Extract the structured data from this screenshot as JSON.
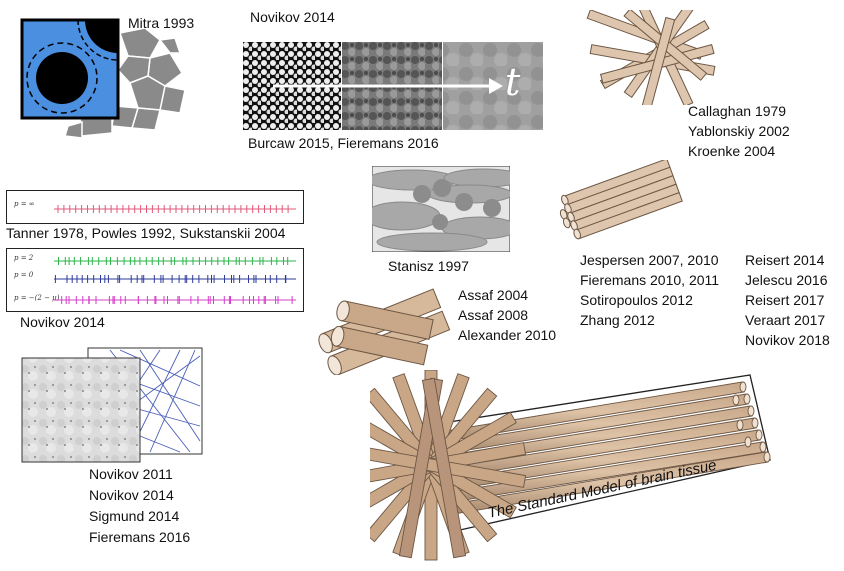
{
  "labels": {
    "mitra": "Mitra 1993",
    "novikov2014_top": "Novikov 2014",
    "burcaw": "Burcaw 2015,  Fieremans 2016",
    "callaghan": [
      "Callaghan 1979",
      "Yablonskiy 2002",
      "Kroenke 2004"
    ],
    "tanner": "Tanner 1978, Powles 1992, Sukstanskii 2004",
    "novikov2014_mid": "Novikov 2014",
    "stanisz": "Stanisz 1997",
    "jespersen": [
      "Jespersen 2007, 2010",
      "Fieremans 2010, 2011",
      "Sotiropoulos 2012",
      "Zhang 2012"
    ],
    "reisert": [
      "Reisert 2014",
      "Jelescu 2016",
      "Reisert 2017",
      "Veraart 2017",
      "Novikov 2018"
    ],
    "assaf": [
      "Assaf 2004",
      "Assaf 2008",
      "Alexander 2010"
    ],
    "novikov2011": [
      "Novikov 2011",
      "Novikov 2014",
      "Sigmund 2014",
      "Fieremans 2016"
    ],
    "standard_model": "The Standard Model of brain tissue",
    "time_symbol": "t"
  },
  "disorder_panels": {
    "top": {
      "label": "p = ∞",
      "color": "#e05a7a"
    },
    "rows": [
      {
        "label": "p = 2",
        "color": "#2bb34a"
      },
      {
        "label": "p = 0",
        "color": "#2d3a9a"
      },
      {
        "label": "p = −(2 − μ)",
        "color": "#d63fc8"
      }
    ]
  },
  "colors": {
    "axon_fill": "#d9c2a8",
    "axon_dark": "#8a6d52",
    "mitra_blue": "#4a8fe0"
  }
}
